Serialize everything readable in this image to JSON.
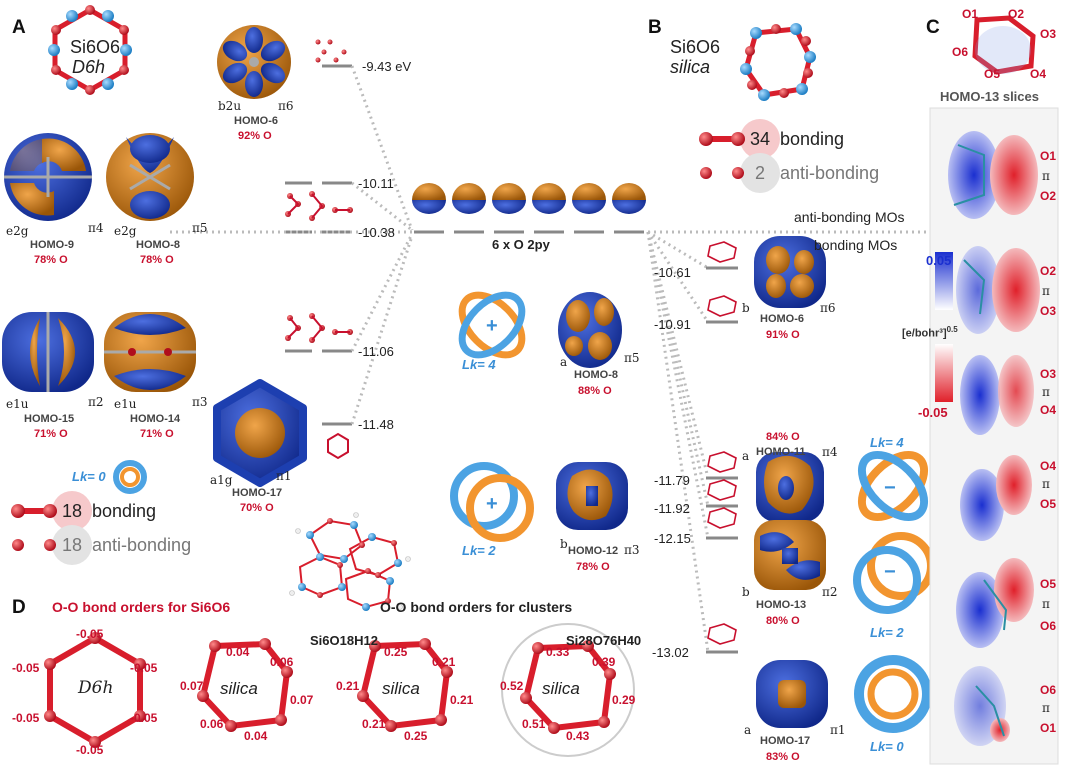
{
  "panels": {
    "a": "A",
    "b": "B",
    "c": "C",
    "d": "D"
  },
  "colors": {
    "oxygen": "#d81e2c",
    "silicon": "#3ba4e0",
    "lobe_blue": "#1d3fb0",
    "lobe_orange": "#c77612",
    "level": "#888888",
    "knot_blue": "#4ca3e3",
    "knot_orange": "#f2952f",
    "pos_density": "#1a2fd0",
    "neg_density": "#e0202a"
  },
  "panelA": {
    "formula": "Si6O6",
    "symmetry": "D6h",
    "levels": [
      {
        "e": "-9.43 eV",
        "orb": "HOMO-6",
        "sym": "b2u",
        "pi": "π6",
        "pct": "92% O"
      },
      {
        "e": "-10.11"
      },
      {
        "e": "-10.38"
      },
      {
        "e": "-11.06"
      },
      {
        "e": "-11.48"
      }
    ],
    "orbitals": [
      {
        "name": "HOMO-9",
        "sym": "e2g",
        "pi": "π4",
        "pct": "78% O"
      },
      {
        "name": "HOMO-8",
        "sym": "e2g",
        "pi": "π5",
        "pct": "78% O"
      },
      {
        "name": "HOMO-15",
        "sym": "e1u",
        "pi": "π2",
        "pct": "71% O"
      },
      {
        "name": "HOMO-14",
        "sym": "e1u",
        "pi": "π3",
        "pct": "71% O"
      },
      {
        "name": "HOMO-17",
        "sym": "a1g",
        "pi": "π1",
        "pct": "70% O"
      }
    ],
    "lk": "Lk= 0",
    "bonding": {
      "count": "18",
      "label": "bonding"
    },
    "antibonding": {
      "count": "18",
      "label": "anti-bonding"
    }
  },
  "center": {
    "label": "6 x O 2py",
    "lk4": "Lk= 4",
    "lk2": "Lk= 2",
    "plus": "+"
  },
  "panelB": {
    "formula": "Si6O6",
    "name": "silica",
    "bonding": {
      "count": "34",
      "label": "bonding"
    },
    "antibonding": {
      "count": "2",
      "label": "anti-bonding"
    },
    "anti_mos": "anti-bonding MOs",
    "bonding_mos": "bonding MOs",
    "levels": [
      "-10.61",
      "-10.91",
      "-11.79",
      "-11.92",
      "-12.15",
      "-13.02"
    ],
    "orbitals": [
      {
        "name": "HOMO-6",
        "sym": "b",
        "pi": "π6",
        "pct": "91% O"
      },
      {
        "name": "HOMO-8",
        "sym": "a",
        "pi": "π5",
        "pct": "88% O"
      },
      {
        "name": "HOMO-11",
        "sym": "a",
        "pi": "π4",
        "pct": "84% O"
      },
      {
        "name": "HOMO-12",
        "sym": "b",
        "pi": "π3",
        "pct": "78% O"
      },
      {
        "name": "HOMO-13",
        "sym": "b",
        "pi": "π2",
        "pct": "80% O"
      },
      {
        "name": "HOMO-17",
        "sym": "a",
        "pi": "π1",
        "pct": "83% O"
      }
    ],
    "lk": [
      "Lk= 4",
      "Lk= 2",
      "Lk= 0"
    ],
    "minus": "−"
  },
  "panelC": {
    "atoms": [
      "O1",
      "O2",
      "O3",
      "O4",
      "O5",
      "O6"
    ],
    "title": "HOMO-13 slices",
    "scale_max": "0.05",
    "scale_min": "-0.05",
    "unit": "[e/bohr³]",
    "unit_exp": "0.5",
    "slices": [
      [
        "O1",
        "π",
        "O2"
      ],
      [
        "O2",
        "π",
        "O3"
      ],
      [
        "O3",
        "π",
        "O4"
      ],
      [
        "O4",
        "π",
        "O5"
      ],
      [
        "O5",
        "π",
        "O6"
      ],
      [
        "O6",
        "π",
        "O1"
      ]
    ]
  },
  "panelD": {
    "title": "O-O bond orders for Si6O6",
    "title2": "O-O bond orders for clusters",
    "ring1": {
      "label": "D6h",
      "values": [
        "-0.05",
        "-0.05",
        "-0.05",
        "-0.05",
        "-0.05",
        "-0.05"
      ]
    },
    "ring2": {
      "label": "silica",
      "values": [
        "0.04",
        "0.06",
        "0.07",
        "0.04",
        "0.06",
        "0.07"
      ]
    },
    "cluster1": {
      "formula": "Si6O18H12",
      "label": "silica",
      "values": [
        "0.25",
        "0.21",
        "0.21",
        "0.25",
        "0.21",
        "0.21"
      ]
    },
    "cluster2": {
      "formula": "Si28O76H40",
      "label": "silica",
      "values": [
        "0.33",
        "0.39",
        "0.29",
        "0.43",
        "0.51",
        "0.52"
      ]
    }
  }
}
